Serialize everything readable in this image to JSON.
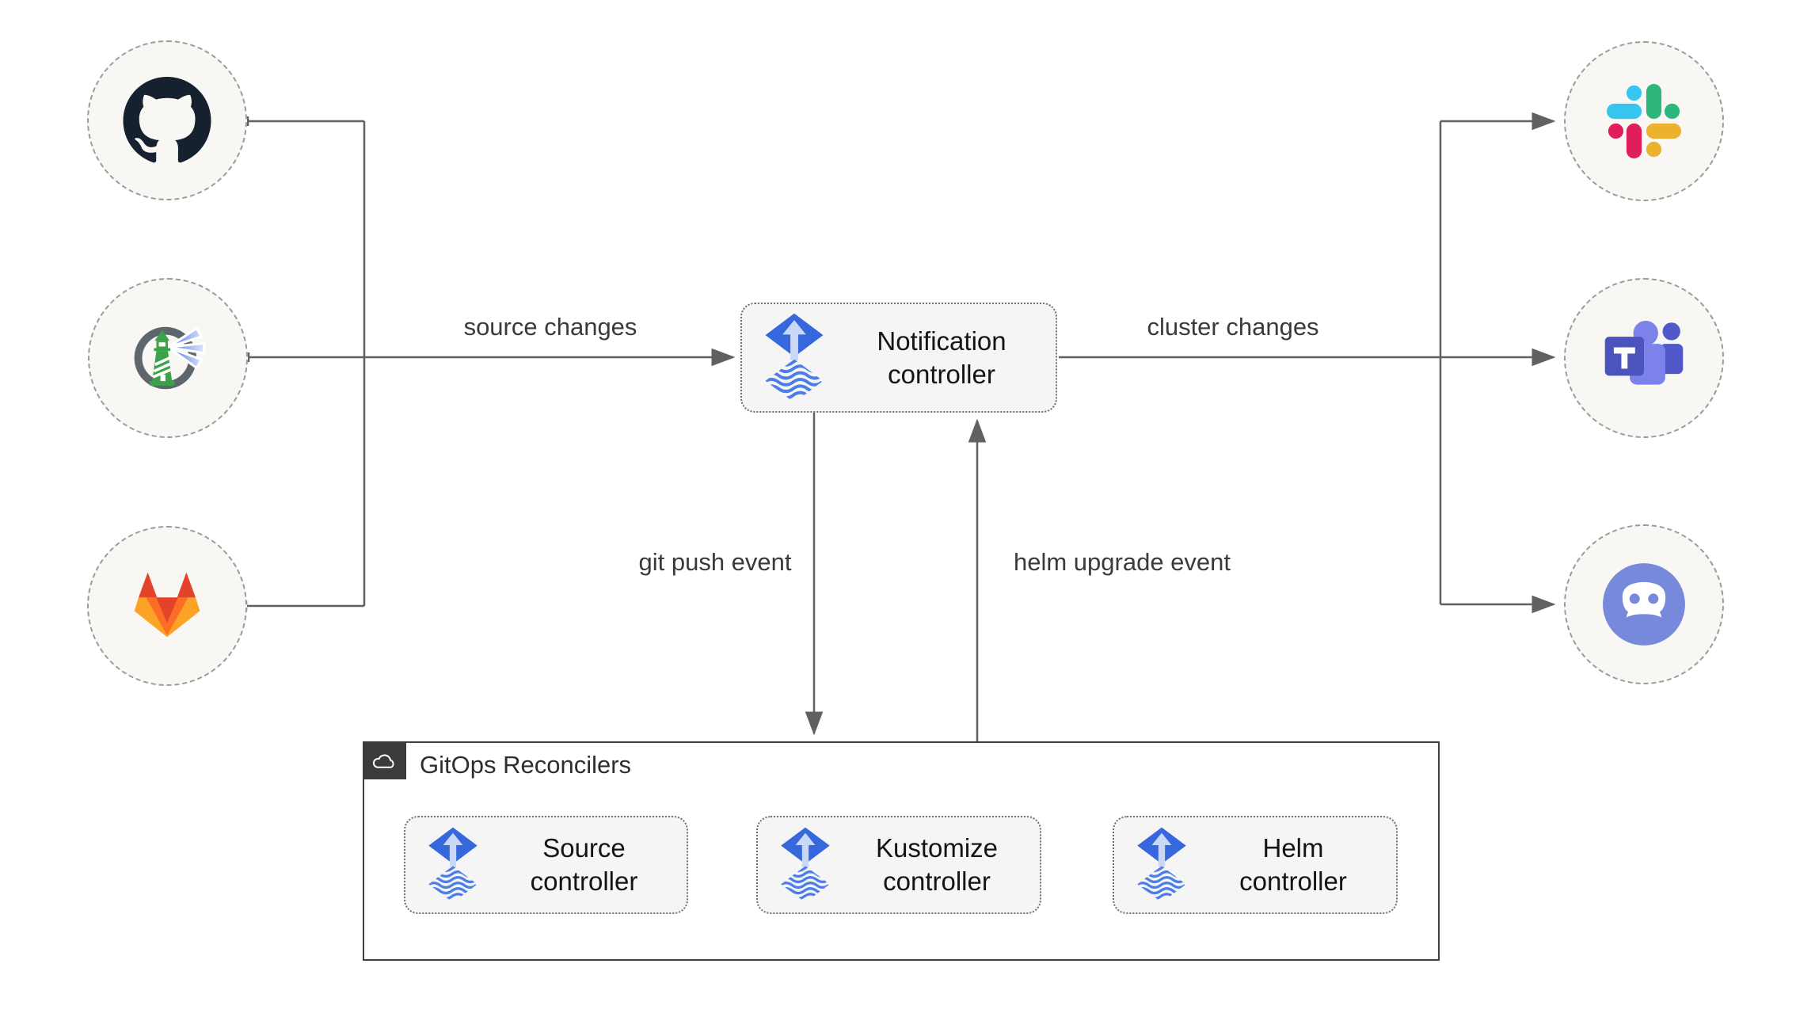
{
  "nodes": {
    "sources": [
      {
        "icon": "github-icon"
      },
      {
        "icon": "harbor-icon"
      },
      {
        "icon": "gitlab-icon"
      }
    ],
    "notification": {
      "label": "Notification controller",
      "icon": "flux-icon"
    },
    "targets": [
      {
        "icon": "slack-icon"
      },
      {
        "icon": "teams-icon"
      },
      {
        "icon": "discord-icon"
      }
    ],
    "group": {
      "title": "GitOps Reconcilers",
      "icon": "cloud-icon",
      "children": [
        {
          "label": "Source controller",
          "icon": "flux-icon"
        },
        {
          "label": "Kustomize controller",
          "icon": "flux-icon"
        },
        {
          "label": "Helm controller",
          "icon": "flux-icon"
        }
      ]
    }
  },
  "edges": {
    "source_changes": {
      "label": "source changes"
    },
    "cluster_changes": {
      "label": "cluster changes"
    },
    "git_push": {
      "label": "git push event"
    },
    "helm_upgrade": {
      "label": "helm upgrade event"
    }
  },
  "colors": {
    "flux_blue": "#3667dc",
    "flux_wave_blue": "#4c7de8",
    "line_gray": "#616161",
    "box_fill": "#f5f5f5",
    "circle_fill": "#f8f7f4",
    "group_border": "#3f3f3f",
    "github_dark": "#15212e",
    "harbor_green": "#3aa34a",
    "gitlab_red": "#e24329",
    "gitlab_orange": "#fc6d26",
    "gitlab_yellow": "#fca326",
    "slack_blue": "#36c5f0",
    "slack_green": "#2eb67d",
    "slack_red": "#e01e5a",
    "slack_yellow": "#ecb22e",
    "teams_purple": "#4b53bc",
    "teams_light_purple": "#7b83eb",
    "discord_blurple": "#7789da"
  }
}
